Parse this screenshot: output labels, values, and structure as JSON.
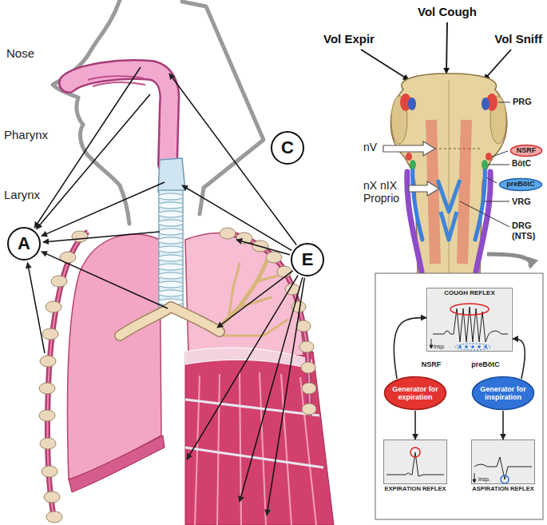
{
  "diagram": {
    "nodes": [
      {
        "text": [
          "A"
        ]
      },
      {
        "text": [
          "C"
        ]
      },
      {
        "text": [
          "E"
        ]
      },
      {
        "text": [
          "NSRF"
        ]
      },
      {
        "text": [
          "preBötC"
        ]
      },
      {
        "text": [
          "COUGH REFLEX",
          "insp."
        ]
      },
      {
        "text": [
          "Generator for expiration"
        ]
      },
      {
        "text": [
          "Generator for inspiration"
        ]
      },
      {
        "text": [
          "EXPIRATION REFLEX"
        ]
      },
      {
        "text": [
          "ASPIRATION REFLEX",
          "insp."
        ]
      }
    ],
    "edges": [
      {
        "from": 6,
        "to": 5,
        "arrow": "to"
      },
      {
        "from": 7,
        "to": 5,
        "arrow": "to"
      },
      {
        "from": 6,
        "to": 8,
        "arrow": "to"
      },
      {
        "from": 7,
        "to": 9,
        "arrow": "to"
      }
    ],
    "labels": [
      "Nose",
      "Pharynx",
      "Larynx",
      "Vol Expir",
      "Vol Cough",
      "Vol Sniff",
      "PRG",
      "BötC",
      "VRG",
      "DRG (NTS)",
      "nV",
      "nX nIX Proprio",
      "NSRF",
      "preBötC"
    ]
  }
}
